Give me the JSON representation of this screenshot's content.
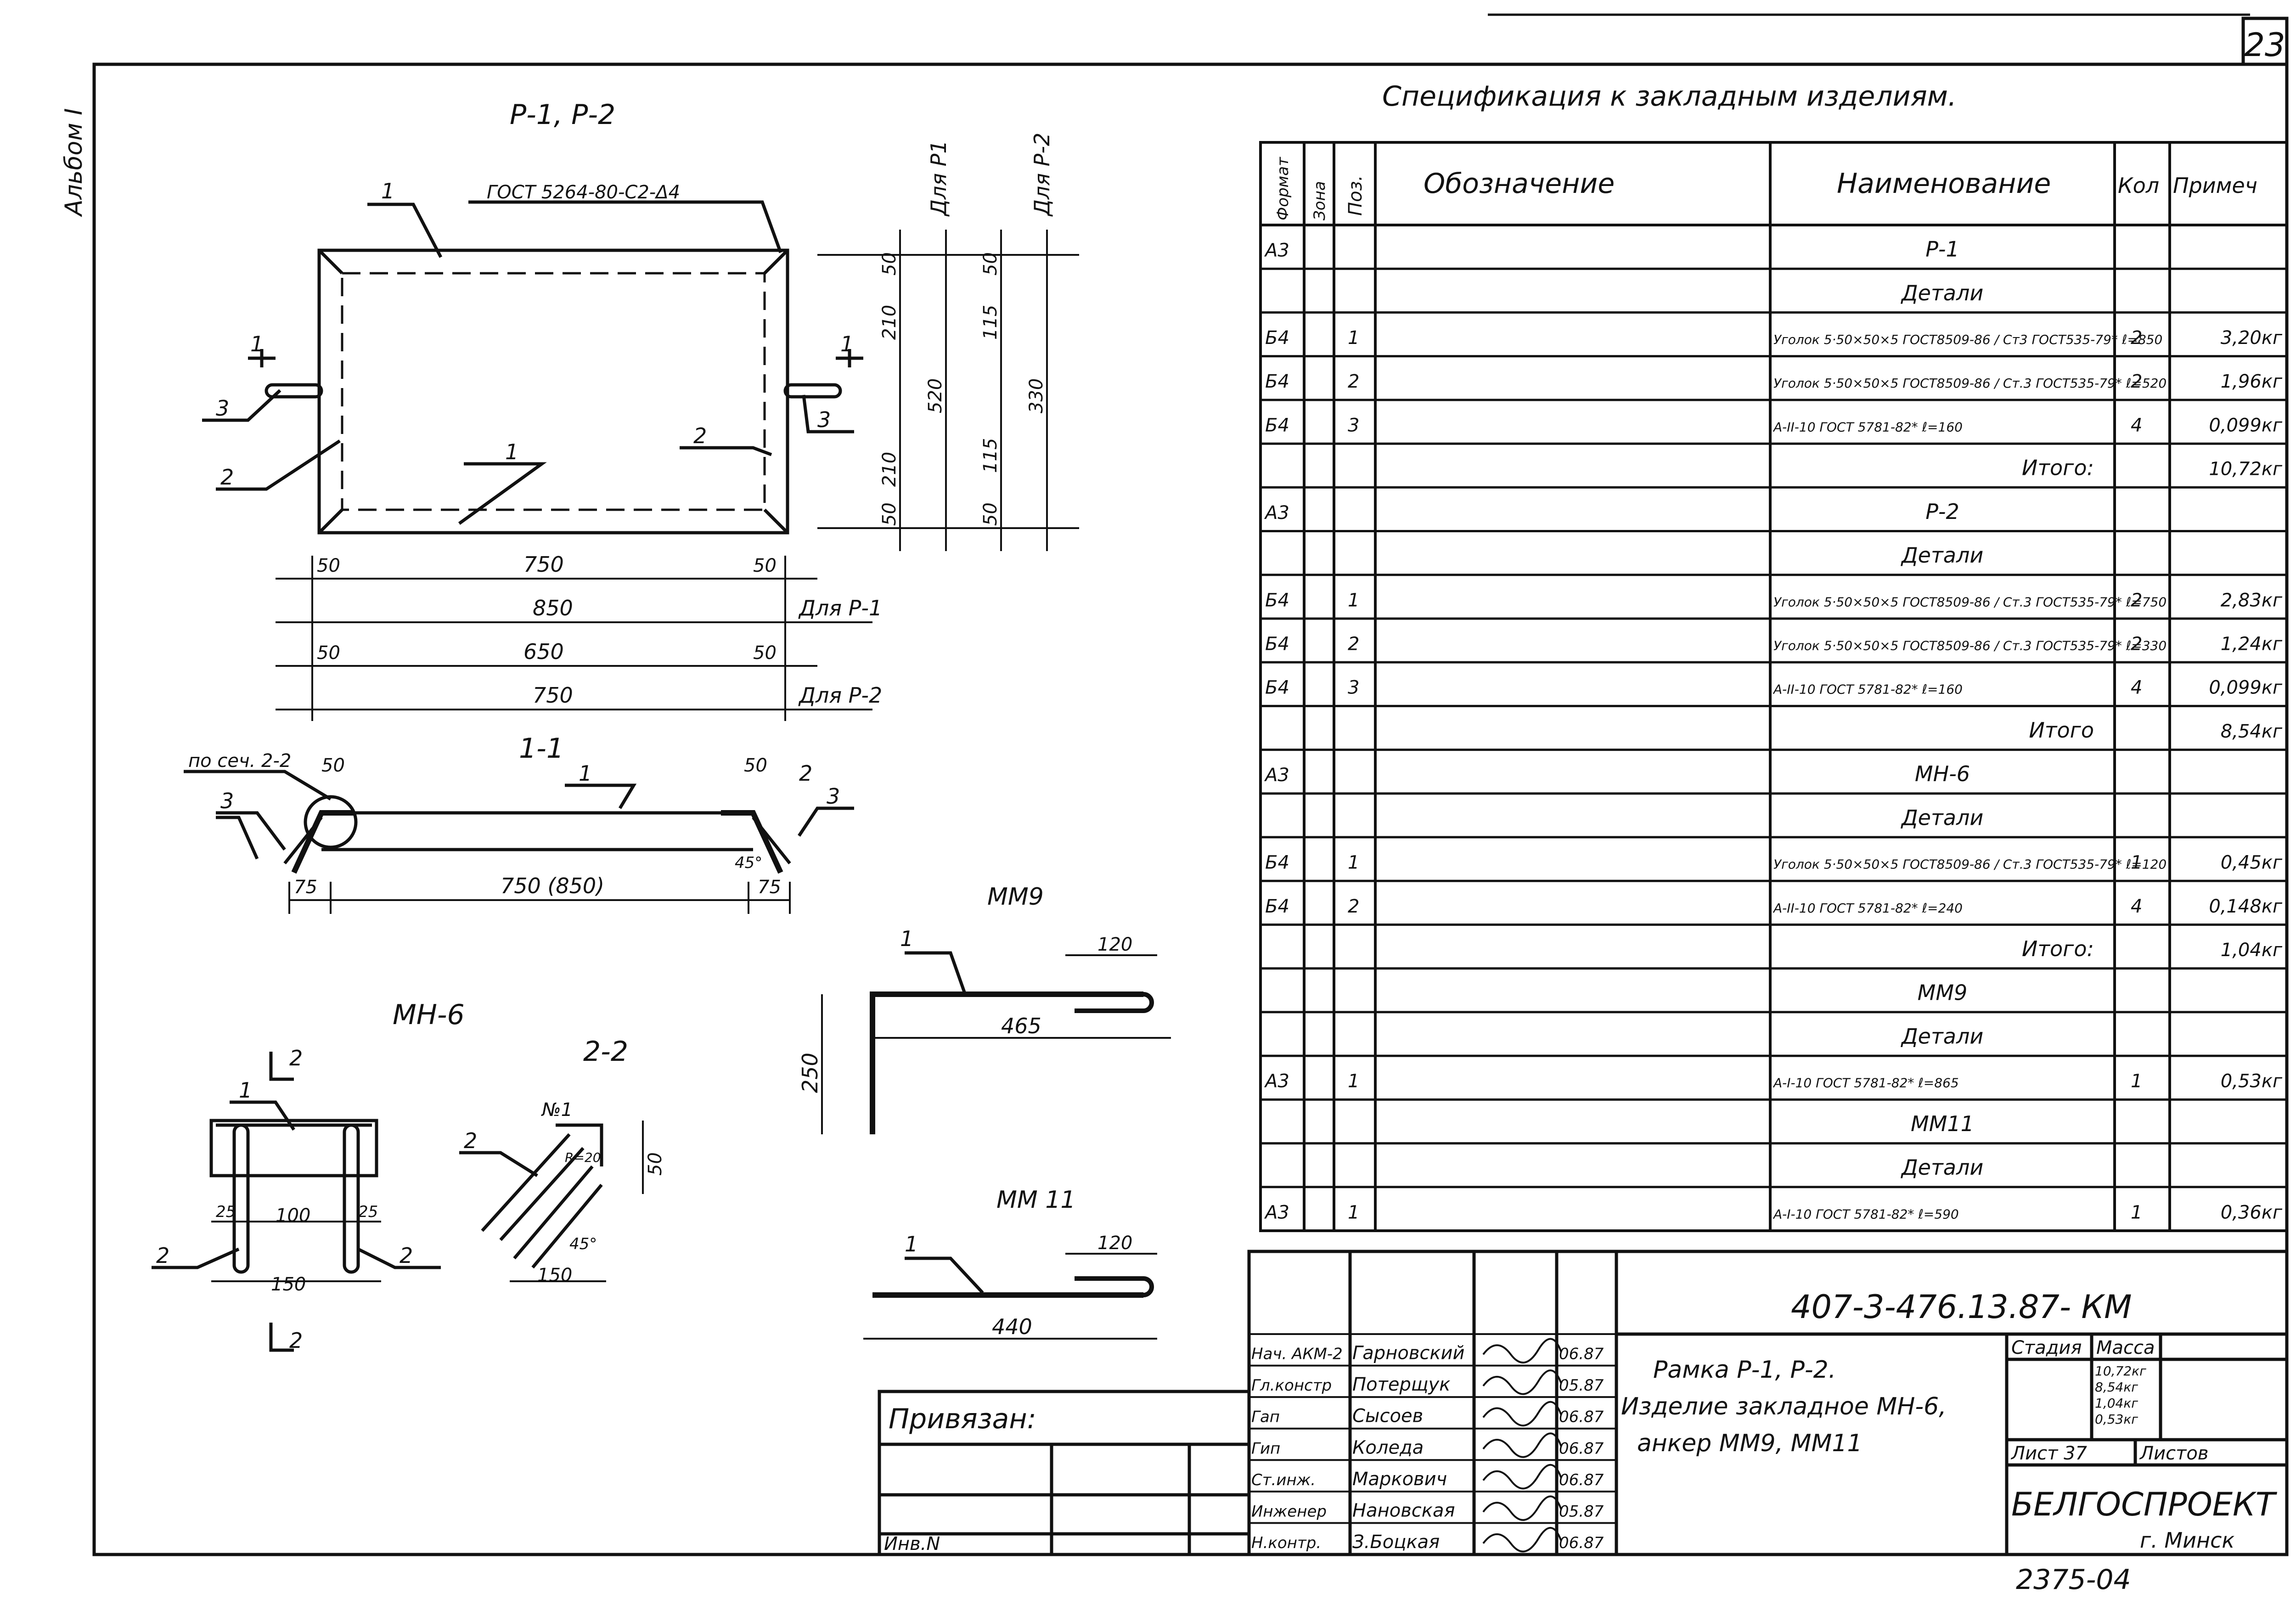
{
  "page_number": "23",
  "side_stamp": "Альбом I",
  "drawing": {
    "p12": {
      "title": "Р-1, Р-2",
      "gost": "ГОСТ 5264-80-С2-Δ4",
      "pos1": "1",
      "pos2": "2",
      "pos3": "3",
      "sec": "1",
      "dim_v": [
        "50",
        "210",
        "520",
        "210",
        "50"
      ],
      "dim_v2": [
        "50",
        "115",
        "330",
        "115",
        "50"
      ],
      "for_p1_v": "Для Р1",
      "for_p2_v": "Для Р-2",
      "dim_h": [
        "50",
        "750",
        "50",
        "850",
        "50",
        "650",
        "50",
        "750"
      ],
      "for_p1": "Для Р-1",
      "for_p2": "Для Р-2"
    },
    "sec11": {
      "title": "1-1",
      "ref": "по сеч. 2-2",
      "dims": [
        "50",
        "50",
        "45°",
        "75",
        "750 (850)",
        "75"
      ],
      "pos": [
        "1",
        "2",
        "3",
        "3"
      ]
    },
    "mn6": {
      "title": "МН-6",
      "sec": "2",
      "dims": [
        "25",
        "100",
        "25",
        "150"
      ],
      "pos": [
        "1",
        "2",
        "2"
      ]
    },
    "sec22": {
      "title": "2-2",
      "dims": [
        "№1",
        "R=20",
        "45°",
        "150",
        "50"
      ],
      "pos": [
        "2"
      ]
    },
    "mm9": {
      "title": "ММ9",
      "dims": [
        "120",
        "465",
        "250"
      ],
      "pos": "1"
    },
    "mm11": {
      "title": "ММ 11",
      "dims": [
        "120",
        "440"
      ],
      "pos": "1"
    }
  },
  "spec": {
    "title": "Спецификация к закладным изделиям.",
    "headers": {
      "format": "Формат",
      "zone": "Зона",
      "pos": "Поз.",
      "designation": "Обозначение",
      "name": "Наименование",
      "qty": "Кол",
      "note": "Примеч"
    },
    "rows": [
      {
        "fmt": "А3",
        "pos": "",
        "name": "Р-1",
        "qty": "",
        "note": "",
        "kind": "header"
      },
      {
        "fmt": "",
        "pos": "",
        "name": "Детали",
        "qty": "",
        "note": "",
        "kind": "header"
      },
      {
        "fmt": "Б4",
        "pos": "1",
        "name": "Уголок 5·50×50×5 ГОСТ8509-86 / Ст3 ГОСТ535-79* ℓ=850",
        "qty": "2",
        "note": "3,20кг",
        "kind": "item"
      },
      {
        "fmt": "Б4",
        "pos": "2",
        "name": "Уголок 5·50×50×5 ГОСТ8509-86 / Ст.3 ГОСТ535-79* ℓ=520",
        "qty": "2",
        "note": "1,96кг",
        "kind": "item"
      },
      {
        "fmt": "Б4",
        "pos": "3",
        "name": "А-II-10 ГОСТ 5781-82* ℓ=160",
        "qty": "4",
        "note": "0,099кг",
        "kind": "item"
      },
      {
        "fmt": "",
        "pos": "",
        "name": "Итого:",
        "qty": "",
        "note": "10,72кг",
        "kind": "total"
      },
      {
        "fmt": "А3",
        "pos": "",
        "name": "Р-2",
        "qty": "",
        "note": "",
        "kind": "header"
      },
      {
        "fmt": "",
        "pos": "",
        "name": "Детали",
        "qty": "",
        "note": "",
        "kind": "header"
      },
      {
        "fmt": "Б4",
        "pos": "1",
        "name": "Уголок 5·50×50×5 ГОСТ8509-86 / Ст.3 ГОСТ535-79* ℓ=750",
        "qty": "2",
        "note": "2,83кг",
        "kind": "item"
      },
      {
        "fmt": "Б4",
        "pos": "2",
        "name": "Уголок 5·50×50×5 ГОСТ8509-86 / Ст.3 ГОСТ535-79* ℓ=330",
        "qty": "2",
        "note": "1,24кг",
        "kind": "item"
      },
      {
        "fmt": "Б4",
        "pos": "3",
        "name": "А-II-10 ГОСТ 5781-82* ℓ=160",
        "qty": "4",
        "note": "0,099кг",
        "kind": "item"
      },
      {
        "fmt": "",
        "pos": "",
        "name": "Итого",
        "qty": "",
        "note": "8,54кг",
        "kind": "total"
      },
      {
        "fmt": "А3",
        "pos": "",
        "name": "МН-6",
        "qty": "",
        "note": "",
        "kind": "header"
      },
      {
        "fmt": "",
        "pos": "",
        "name": "Детали",
        "qty": "",
        "note": "",
        "kind": "header"
      },
      {
        "fmt": "Б4",
        "pos": "1",
        "name": "Уголок 5·50×50×5 ГОСТ8509-86 / Ст.3 ГОСТ535-79* ℓ=120",
        "qty": "1",
        "note": "0,45кг",
        "kind": "item"
      },
      {
        "fmt": "Б4",
        "pos": "2",
        "name": "А-II-10 ГОСТ 5781-82* ℓ=240",
        "qty": "4",
        "note": "0,148кг",
        "kind": "item"
      },
      {
        "fmt": "",
        "pos": "",
        "name": "Итого:",
        "qty": "",
        "note": "1,04кг",
        "kind": "total"
      },
      {
        "fmt": "",
        "pos": "",
        "name": "ММ9",
        "qty": "",
        "note": "",
        "kind": "header"
      },
      {
        "fmt": "",
        "pos": "",
        "name": "Детали",
        "qty": "",
        "note": "",
        "kind": "header"
      },
      {
        "fmt": "А3",
        "pos": "1",
        "name": "А-I-10 ГОСТ 5781-82* ℓ=865",
        "qty": "1",
        "note": "0,53кг",
        "kind": "item"
      },
      {
        "fmt": "",
        "pos": "",
        "name": "ММ11",
        "qty": "",
        "note": "",
        "kind": "header"
      },
      {
        "fmt": "",
        "pos": "",
        "name": "Детали",
        "qty": "",
        "note": "",
        "kind": "header"
      },
      {
        "fmt": "А3",
        "pos": "1",
        "name": "А-I-10 ГОСТ 5781-82* ℓ=590",
        "qty": "1",
        "note": "0,36кг",
        "kind": "item"
      }
    ]
  },
  "title_block": {
    "code": "407-3-476.13.87- КМ",
    "description": [
      "Рамка Р-1, Р-2.",
      "Изделие закладное МН-6,",
      "анкер ММ9, ММ11"
    ],
    "stage_label": "Стадия",
    "mass_label": "Масса",
    "masses": [
      "10,72кг",
      "8,54кг",
      "1,04кг",
      "0,53кг"
    ],
    "sheet_label": "Лист 37",
    "sheets_label": "Листов",
    "org": "БЕЛГОСПРОЕКТ",
    "city": "г. Минск",
    "people": [
      {
        "role": "Нач. АКМ-2",
        "name": "Гарновский",
        "date": "06.87"
      },
      {
        "role": "Гл.констр",
        "name": "Потерщук",
        "date": "05.87"
      },
      {
        "role": "Гап",
        "name": "Сысоев",
        "date": "06.87"
      },
      {
        "role": "Гип",
        "name": "Коледа",
        "date": "06.87"
      },
      {
        "role": "Ст.инж.",
        "name": "Маркович",
        "date": "06.87"
      },
      {
        "role": "Инженер",
        "name": "Нановская",
        "date": "05.87"
      },
      {
        "role": "Н.контр.",
        "name": "З.Боцкая",
        "date": "06.87"
      }
    ],
    "binding_label": "Привязан:",
    "inv_label": "Инв.N",
    "footer": "2375-04"
  },
  "colors": {
    "ink": "#111111",
    "paper": "#ffffff"
  }
}
